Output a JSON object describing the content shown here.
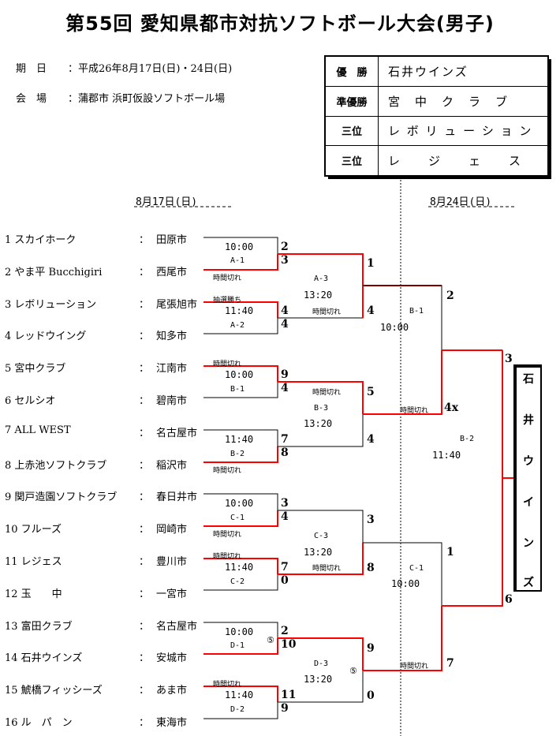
{
  "title": "第55回 愛知県都市対抗ソフトボール大会(男子)",
  "info": {
    "period_label": "期　日",
    "period_value": "：平成26年8月17日(日)・24日(日)",
    "venue_label": "会　場",
    "venue_value": "：蒲郡市 浜町仮設ソフトボール場"
  },
  "results": [
    {
      "label": "優　勝",
      "value": "石井ウインズ"
    },
    {
      "label": "準優勝",
      "value": "宮　中　ク　ラ　ブ"
    },
    {
      "label": "三位",
      "value": "レ ボ リ ュ ー シ ョ ン"
    },
    {
      "label": "三位",
      "value": "レ　　ジ　　ェ　　ス"
    }
  ],
  "dates": {
    "day1": "8月17日(日)",
    "day2": "8月24日(日)"
  },
  "teams": [
    {
      "name": "1 スカイホーク",
      "colon": "：",
      "city": "田原市"
    },
    {
      "name": "2 やま平 Bucchigiri",
      "colon": "：",
      "city": "西尾市"
    },
    {
      "name": "3 レボリューション",
      "colon": "：",
      "city": "尾張旭市"
    },
    {
      "name": "4 レッドウイング",
      "colon": "：",
      "city": "知多市"
    },
    {
      "name": "5 宮中クラブ",
      "colon": "：",
      "city": "江南市"
    },
    {
      "name": "6 セルシオ",
      "colon": "：",
      "city": "碧南市"
    },
    {
      "name": "7 ALL WEST",
      "colon": "：",
      "city": "名古屋市"
    },
    {
      "name": "8 上赤池ソフトクラブ",
      "colon": "：",
      "city": "稲沢市"
    },
    {
      "name": "9 関戸造園ソフトクラブ",
      "colon": "：",
      "city": "春日井市"
    },
    {
      "name": "10 フルーズ",
      "colon": "：",
      "city": "岡崎市"
    },
    {
      "name": "11 レジェス",
      "colon": "：",
      "city": "豊川市"
    },
    {
      "name": "12 玉　　中",
      "colon": "：",
      "city": "一宮市"
    },
    {
      "name": "13 富田クラブ",
      "colon": "：",
      "city": "名古屋市"
    },
    {
      "name": "14 石井ウインズ",
      "colon": "：",
      "city": "安城市"
    },
    {
      "name": "15 鯱橋フィッシーズ",
      "colon": "：",
      "city": "あま市"
    },
    {
      "name": "16 ル　パ　ン",
      "colon": "：",
      "city": "東海市"
    }
  ],
  "games": {
    "A1": {
      "time": "10:00",
      "id": "A-1",
      "note": "時間切れ"
    },
    "A2": {
      "time": "11:40",
      "id": "A-2",
      "note": "抽選勝ち"
    },
    "B1": {
      "time": "10:00",
      "id": "B-1",
      "note_top": "時間切れ"
    },
    "B2": {
      "time": "11:40",
      "id": "B-2",
      "note": "時間切れ"
    },
    "C1": {
      "time": "10:00",
      "id": "C-1",
      "note": "時間切れ"
    },
    "C2": {
      "time": "11:40",
      "id": "C-2",
      "note_top": "時間切れ"
    },
    "D1": {
      "time": "10:00",
      "id": "D-1",
      "mark": "⑤"
    },
    "D2": {
      "time": "11:40",
      "id": "D-2",
      "note_top": "時間切れ"
    },
    "A3": {
      "time": "13:20",
      "id": "A-3",
      "note": "時間切れ"
    },
    "B3": {
      "time": "13:20",
      "id": "B-3",
      "note": "時間切れ"
    },
    "C3": {
      "time": "13:20",
      "id": "C-3",
      "note": "時間切れ"
    },
    "D3": {
      "time": "13:20",
      "id": "D-3",
      "mark": "⑤"
    },
    "SB1": {
      "time": "10:00",
      "id": "B-1",
      "note": "時間切れ"
    },
    "SC1": {
      "time": "10:00",
      "id": "C-1",
      "note": "時間切れ"
    },
    "F": {
      "time": "11:40",
      "id": "B-2"
    }
  },
  "scores": {
    "r1": [
      "2",
      "3",
      "4",
      "4",
      "9",
      "4",
      "7",
      "8",
      "3",
      "4",
      "7",
      "0",
      "2",
      "10",
      "11",
      "9"
    ],
    "r2": [
      "1",
      "4",
      "5",
      "4",
      "3",
      "8",
      "9",
      "0"
    ],
    "r3": [
      "2",
      "4x",
      "1",
      "7"
    ],
    "r4": [
      "3",
      "6"
    ]
  },
  "champion_chars": [
    "石",
    "井",
    "ウ",
    "イ",
    "ン",
    "ズ"
  ],
  "colors": {
    "winner_line": "#ff0000",
    "line": "#000000"
  }
}
